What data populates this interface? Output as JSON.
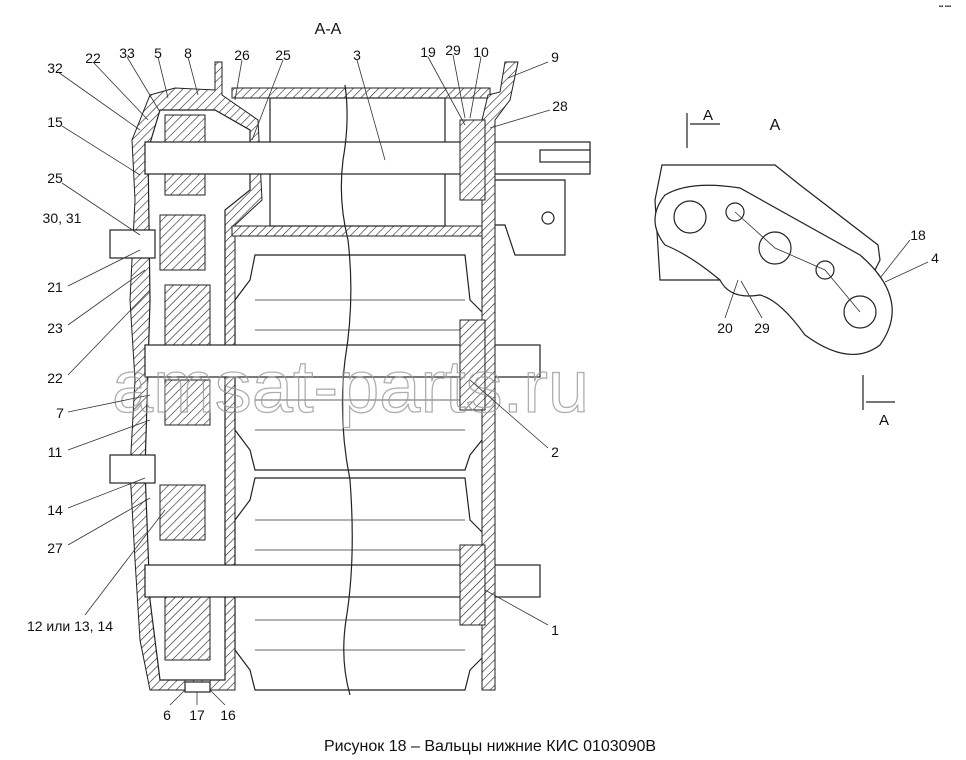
{
  "section_title": "А-А",
  "view_title": "А",
  "section_marker": "А",
  "caption": "Рисунок 18 – Вальцы нижние КИС 0103090В",
  "watermark": "amsat-parts.ru",
  "corner_mark": "▪▪ ▪▪▪",
  "section_labels": [
    "32",
    "22",
    "33",
    "5",
    "8",
    "26",
    "25",
    "3",
    "19",
    "29",
    "10",
    "9",
    "28",
    "15",
    "25",
    "30, 31",
    "21",
    "23",
    "22",
    "7",
    "11",
    "2",
    "14",
    "27",
    "12 или 13, 14",
    "1",
    "6",
    "17",
    "16"
  ],
  "view_labels": [
    "18",
    "4",
    "20",
    "29"
  ]
}
